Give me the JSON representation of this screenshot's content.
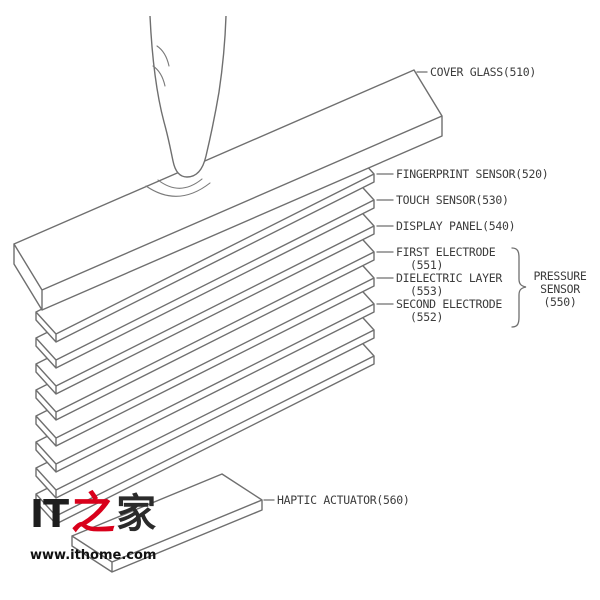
{
  "diagram": {
    "labels": {
      "cover_glass": "COVER GLASS(510)",
      "fingerprint_sensor": "FINGERPRINT SENSOR(520)",
      "touch_sensor": "TOUCH SENSOR(530)",
      "display_panel": "DISPLAY PANEL(540)",
      "first_electrode_line1": "FIRST ELECTRODE",
      "first_electrode_line2": "(551)",
      "dielectric_layer_line1": "DIELECTRIC LAYER",
      "dielectric_layer_line2": "(553)",
      "second_electrode_line1": "SECOND ELECTRODE",
      "second_electrode_line2": "(552)",
      "pressure_sensor_line1": "PRESSURE",
      "pressure_sensor_line2": "SENSOR",
      "pressure_sensor_line3": "(550)",
      "haptic_actuator": "HAPTIC ACTUATOR(560)"
    },
    "colors": {
      "line": "#6f6f6f",
      "text": "#3c3c3c"
    }
  },
  "watermark": {
    "logo_part1": "IT",
    "logo_part2": "之",
    "logo_part3": "家",
    "url": "www.ithome.com",
    "accent": "#d9001b"
  }
}
